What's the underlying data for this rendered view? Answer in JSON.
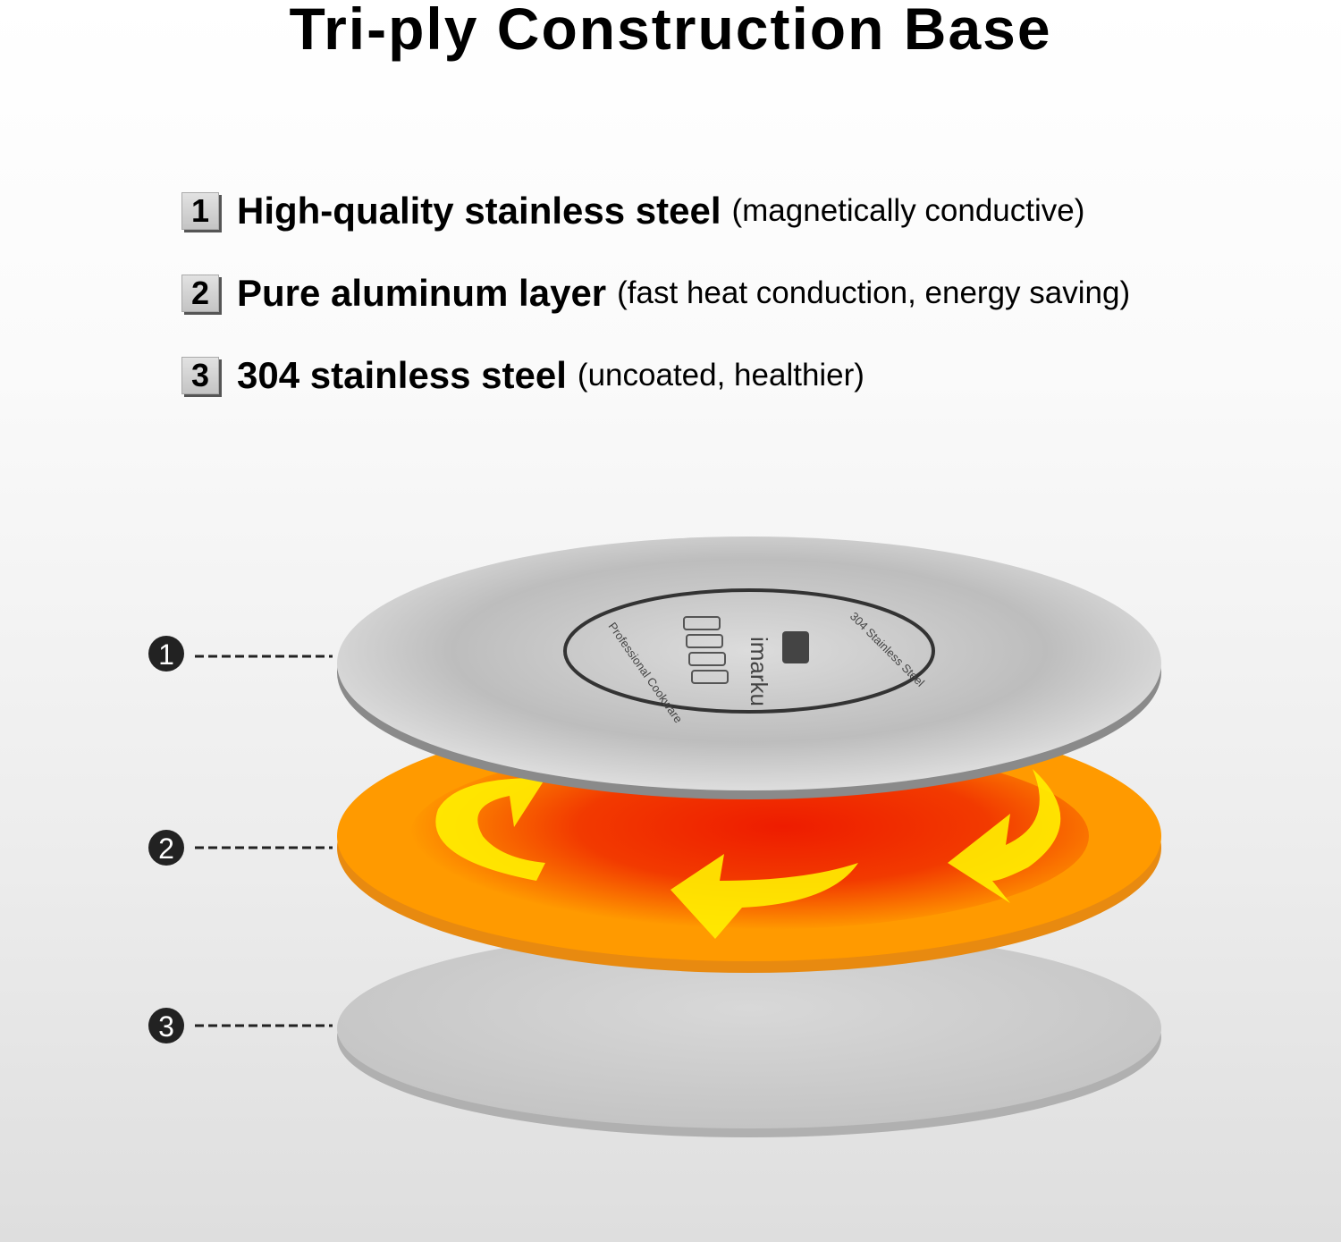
{
  "title": "Tri-ply Construction Base",
  "layers": [
    {
      "number": "1",
      "name": "High-quality stainless steel",
      "note": "(magnetically conductive)"
    },
    {
      "number": "2",
      "name": "Pure aluminum layer",
      "note": "(fast heat conduction, energy saving)"
    },
    {
      "number": "3",
      "name": "304 stainless steel",
      "note": "(uncoated, healthier)"
    }
  ],
  "markers": [
    "1",
    "2",
    "3"
  ],
  "logo": {
    "brand": "imarku",
    "left_text": "Professional Cookware",
    "right_text": "304 Stainless Steel"
  },
  "colors": {
    "steel": "#c9c9c9",
    "aluminum_orange": "#ff9a00",
    "heat_red": "#ee1c00",
    "arrow_yellow": "#ffef00"
  }
}
